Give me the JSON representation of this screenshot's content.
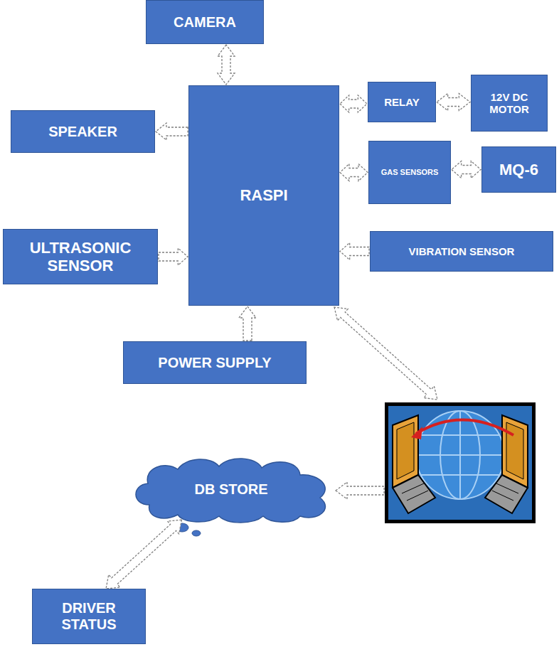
{
  "diagram": {
    "nodes": [
      {
        "text": [
          "CAMERA"
        ]
      },
      {
        "text": [
          "SPEAKER"
        ]
      },
      {
        "text": [
          "RASPI"
        ]
      },
      {
        "text": [
          "RELAY"
        ]
      },
      {
        "text": [
          "12V DC MOTOR"
        ]
      },
      {
        "text": [
          "GAS SENSORS"
        ]
      },
      {
        "text": [
          "MQ-6"
        ]
      },
      {
        "text": [
          "ULTRASONIC SENSOR"
        ]
      },
      {
        "text": [
          "VIBRATION SENSOR"
        ]
      },
      {
        "text": [
          "POWER SUPPLY"
        ]
      },
      {
        "text": [
          "DB STORE"
        ]
      },
      {
        "text": [
          "DRIVER STATUS"
        ]
      }
    ],
    "edges": [
      {
        "from": 0,
        "to": 2,
        "arrow": "both"
      },
      {
        "from": 2,
        "to": 1,
        "arrow": "to"
      },
      {
        "from": 2,
        "to": 3,
        "arrow": "both"
      },
      {
        "from": 3,
        "to": 4,
        "arrow": "both"
      },
      {
        "from": 2,
        "to": 5,
        "arrow": "both"
      },
      {
        "from": 5,
        "to": 6,
        "arrow": "both"
      },
      {
        "from": 7,
        "to": 2,
        "arrow": "to"
      },
      {
        "from": 8,
        "to": 2,
        "arrow": "to"
      },
      {
        "from": 9,
        "to": 2,
        "arrow": "to"
      },
      {
        "from": 10,
        "to": 11,
        "arrow": "both"
      }
    ]
  }
}
